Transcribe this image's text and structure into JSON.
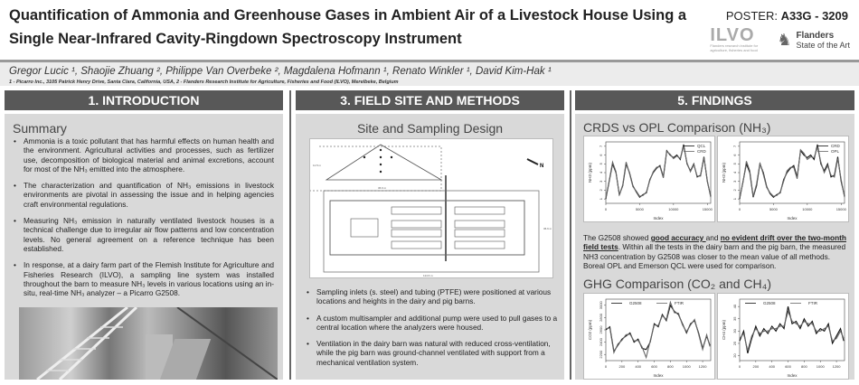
{
  "header": {
    "title_line1": "Quantification of Ammonia and Greenhouse Gases in Ambient Air of a Livestock House Using a",
    "title_line2": "Single Near-Infrared Cavity-Ringdown Spectroscopy Instrument",
    "poster_label": "POSTER: ",
    "poster_id": "A33G - 3209",
    "logo_ilvo": "ILVO",
    "logo_ilvo_sub": "Flanders research institute for agriculture, fisheries and food",
    "logo_flanders": "Flanders",
    "logo_flanders_sub": "State of the Art"
  },
  "authors": "Gregor Lucic ¹, Shaojie Zhuang ², Philippe Van Overbeke ², Magdalena Hofmann ¹, Renato Winkler ¹, David Kim-Hak ¹",
  "affiliations": "1 - Picarro Inc., 3105 Patrick Henry Drive, Santa Clara, California, USA, 2 - Flanders Research Institute for Agriculture, Fisheries and Food (ILVO), Merelbeke, Belgium",
  "intro": {
    "heading": "1. INTRODUCTION",
    "subheading": "Summary",
    "bullets": [
      "Ammonia is a toxic pollutant that has harmful effects on human health and the environment. Agricultural activities and processes, such as fertilizer use, decomposition of biological material and animal excretions, account for most of the NH₃ emitted into the atmosphere.",
      "The characterization and quantification of NH₃ emissions in livestock environments are pivotal in assessing the issue and in helping agencies craft environmental regulations.",
      "Measuring NH₃ emission in naturally ventilated livestock houses is a technical challenge due to irregular air flow patterns and low concentration levels. No general agreement on a reference technique has been established.",
      "In response, at a dairy farm part of the Flemish Institute for Agriculture and Fisheries Research (ILVO), a sampling line system was installed throughout the barn to measure NH₃ levels in various locations using an in-situ, real-time NH₃ analyzer – a Picarro G2508."
    ]
  },
  "methods": {
    "heading": "3. FIELD SITE AND METHODS",
    "subheading": "Site and Sampling Design",
    "diagram": {
      "north": "N",
      "width_label": "114.6 m",
      "section_width": "36.6 m",
      "height_label": "11.5 m",
      "depth_label": "36.6 m"
    },
    "bullets": [
      "Sampling inlets (s. steel) and tubing (PTFE) were positioned at various locations and heights in the dairy and pig barns.",
      "A custom multisampler and additional pump were used to pull gases to a central location where the analyzers were housed.",
      "Ventilation in the dairy barn was natural with reduced cross-ventilation, while the pig barn was ground-channel ventilated with support from a mechanical ventilation system."
    ]
  },
  "findings": {
    "heading": "5. FINDINGS",
    "sub1": "CRDS vs OPL Comparison (NH₃)",
    "text_a": "The G2508 showed ",
    "text_b": "good accuracy ",
    "text_c": "and ",
    "text_d": "no evident drift over the two-month field tests",
    "text_e": ". Within all the tests in the dairy barn and the pig barn, the measured NH3 concentration by G2508 was closer to the mean value of all methods. Boreal OPL and Emerson QCL were used for comparison.",
    "sub2": "GHG Comparison (CO₂ and CH₄)"
  },
  "colors": {
    "header_bar": "#585858",
    "panel": "#d9d9d9"
  },
  "chart_data": [
    {
      "type": "line",
      "xlabel": "Index",
      "ylabel": "NH3 (ppm)",
      "xlim": [
        0,
        15500
      ],
      "ylim": [
        0.5,
        7.5
      ],
      "xticks": [
        0,
        5000,
        10000,
        15000
      ],
      "yticks": [
        1,
        2,
        3,
        4,
        5,
        6,
        7
      ],
      "legend": "top-right",
      "x": [
        0,
        500,
        1000,
        1500,
        2000,
        2500,
        3000,
        3500,
        4000,
        4500,
        5000,
        5500,
        6000,
        6500,
        7000,
        7500,
        8000,
        8500,
        9000,
        9500,
        10000,
        10500,
        11000,
        11500,
        12000,
        12500,
        13000,
        13500,
        14000,
        14500,
        15000,
        15500
      ],
      "series": [
        {
          "name": "QCL",
          "values": [
            1,
            3,
            5,
            4,
            1.5,
            2.5,
            5,
            4,
            2.5,
            1.8,
            1.2,
            1.5,
            1.7,
            3.2,
            4,
            4.5,
            4.8,
            3.5,
            6.5,
            6,
            5.7,
            6,
            5.5,
            7.2,
            5,
            4.2,
            5,
            3.5,
            3.7,
            5.8,
            3,
            1.3
          ]
        },
        {
          "name": "CRD",
          "values": [
            1.1,
            3.1,
            5.2,
            4.1,
            1.4,
            2.6,
            5.2,
            3.9,
            2.4,
            1.9,
            1.3,
            1.4,
            1.8,
            3.1,
            4.1,
            4.6,
            4.7,
            3.4,
            6.4,
            6.1,
            5.6,
            5.9,
            5.6,
            7,
            5.1,
            4.1,
            4.9,
            3.6,
            3.6,
            5.7,
            3.1,
            1.2
          ]
        }
      ]
    },
    {
      "type": "line",
      "xlabel": "Index",
      "ylabel": "NH3 (ppm)",
      "xlim": [
        0,
        15500
      ],
      "ylim": [
        0.5,
        7.5
      ],
      "xticks": [
        0,
        5000,
        10000,
        15000
      ],
      "yticks": [
        1,
        2,
        3,
        4,
        5,
        6,
        7
      ],
      "legend": "top-right",
      "x": [
        0,
        500,
        1000,
        1500,
        2000,
        2500,
        3000,
        3500,
        4000,
        4500,
        5000,
        5500,
        6000,
        6500,
        7000,
        7500,
        8000,
        8500,
        9000,
        9500,
        10000,
        10500,
        11000,
        11500,
        12000,
        12500,
        13000,
        13500,
        14000,
        14500,
        15000,
        15500
      ],
      "series": [
        {
          "name": "CRD",
          "values": [
            1,
            3,
            5,
            4,
            1.2,
            2.5,
            5,
            4,
            2.4,
            1.6,
            1.2,
            1.5,
            1.7,
            3.2,
            4,
            4.5,
            4.8,
            3.5,
            6.5,
            6,
            5.7,
            6,
            5.5,
            7.2,
            5,
            4.2,
            5,
            3.5,
            3.7,
            5.8,
            3,
            1.3
          ]
        },
        {
          "name": "OPL",
          "values": [
            1.1,
            2.9,
            5.3,
            4.2,
            1.3,
            2.7,
            5.1,
            3.8,
            2.3,
            1.7,
            1.3,
            1.4,
            1.8,
            3,
            4.2,
            4.6,
            4.6,
            3.3,
            6.6,
            6.2,
            5.5,
            5.8,
            5.7,
            6.9,
            5.2,
            4,
            4.8,
            3.7,
            3.5,
            5.6,
            3.2,
            1.2
          ]
        }
      ]
    },
    {
      "type": "line",
      "xlabel": "Index",
      "ylabel": "CO2 (ppm)",
      "xlim": [
        0,
        1300
      ],
      "ylim": [
        2100,
        3100
      ],
      "xticks": [
        0,
        200,
        400,
        600,
        800,
        1000,
        1200
      ],
      "yticks": [
        2200,
        2400,
        2600,
        2800,
        3000
      ],
      "legend": "top",
      "x": [
        0,
        50,
        100,
        150,
        200,
        250,
        300,
        350,
        400,
        450,
        500,
        550,
        600,
        650,
        700,
        750,
        800,
        850,
        900,
        950,
        1000,
        1050,
        1100,
        1150,
        1200,
        1250,
        1290
      ],
      "series": [
        {
          "name": "G2508",
          "values": [
            2600,
            2650,
            2250,
            2350,
            2450,
            2500,
            2550,
            2400,
            2450,
            2300,
            2280,
            2400,
            2700,
            2650,
            2850,
            2750,
            3000,
            2900,
            2850,
            2700,
            2550,
            2700,
            2750,
            2550,
            2300,
            2500,
            2350
          ]
        },
        {
          "name": "FTIR",
          "values": [
            2620,
            2630,
            2230,
            2370,
            2430,
            2520,
            2530,
            2420,
            2430,
            2320,
            2150,
            2420,
            2680,
            2670,
            2830,
            2770,
            3050,
            2880,
            2870,
            2680,
            2570,
            2680,
            2770,
            2530,
            2280,
            2520,
            2330
          ]
        }
      ]
    },
    {
      "type": "line",
      "xlabel": "Index",
      "ylabel": "CH4 (ppm)",
      "xlim": [
        0,
        1300
      ],
      "ylim": [
        18,
        43
      ],
      "xticks": [
        0,
        200,
        400,
        600,
        800,
        1000,
        1200
      ],
      "yticks": [
        20,
        25,
        30,
        35,
        40
      ],
      "legend": "top",
      "x": [
        0,
        50,
        100,
        150,
        200,
        250,
        300,
        350,
        400,
        450,
        500,
        550,
        600,
        650,
        700,
        750,
        800,
        850,
        900,
        950,
        1000,
        1050,
        1100,
        1150,
        1200,
        1250,
        1290
      ],
      "series": [
        {
          "name": "G2508",
          "values": [
            26,
            30,
            21,
            27,
            32,
            28,
            31,
            29,
            32,
            30,
            33,
            31,
            40,
            33,
            34,
            31,
            35,
            32,
            34,
            29,
            31,
            30,
            33,
            25,
            28,
            31,
            26
          ]
        },
        {
          "name": "FTIR",
          "values": [
            27,
            29,
            22,
            28,
            31,
            29,
            30,
            30,
            31,
            31,
            32,
            32,
            38,
            34,
            33,
            32,
            34,
            33,
            33,
            30,
            30,
            31,
            32,
            26,
            27,
            30,
            27
          ]
        }
      ]
    }
  ]
}
